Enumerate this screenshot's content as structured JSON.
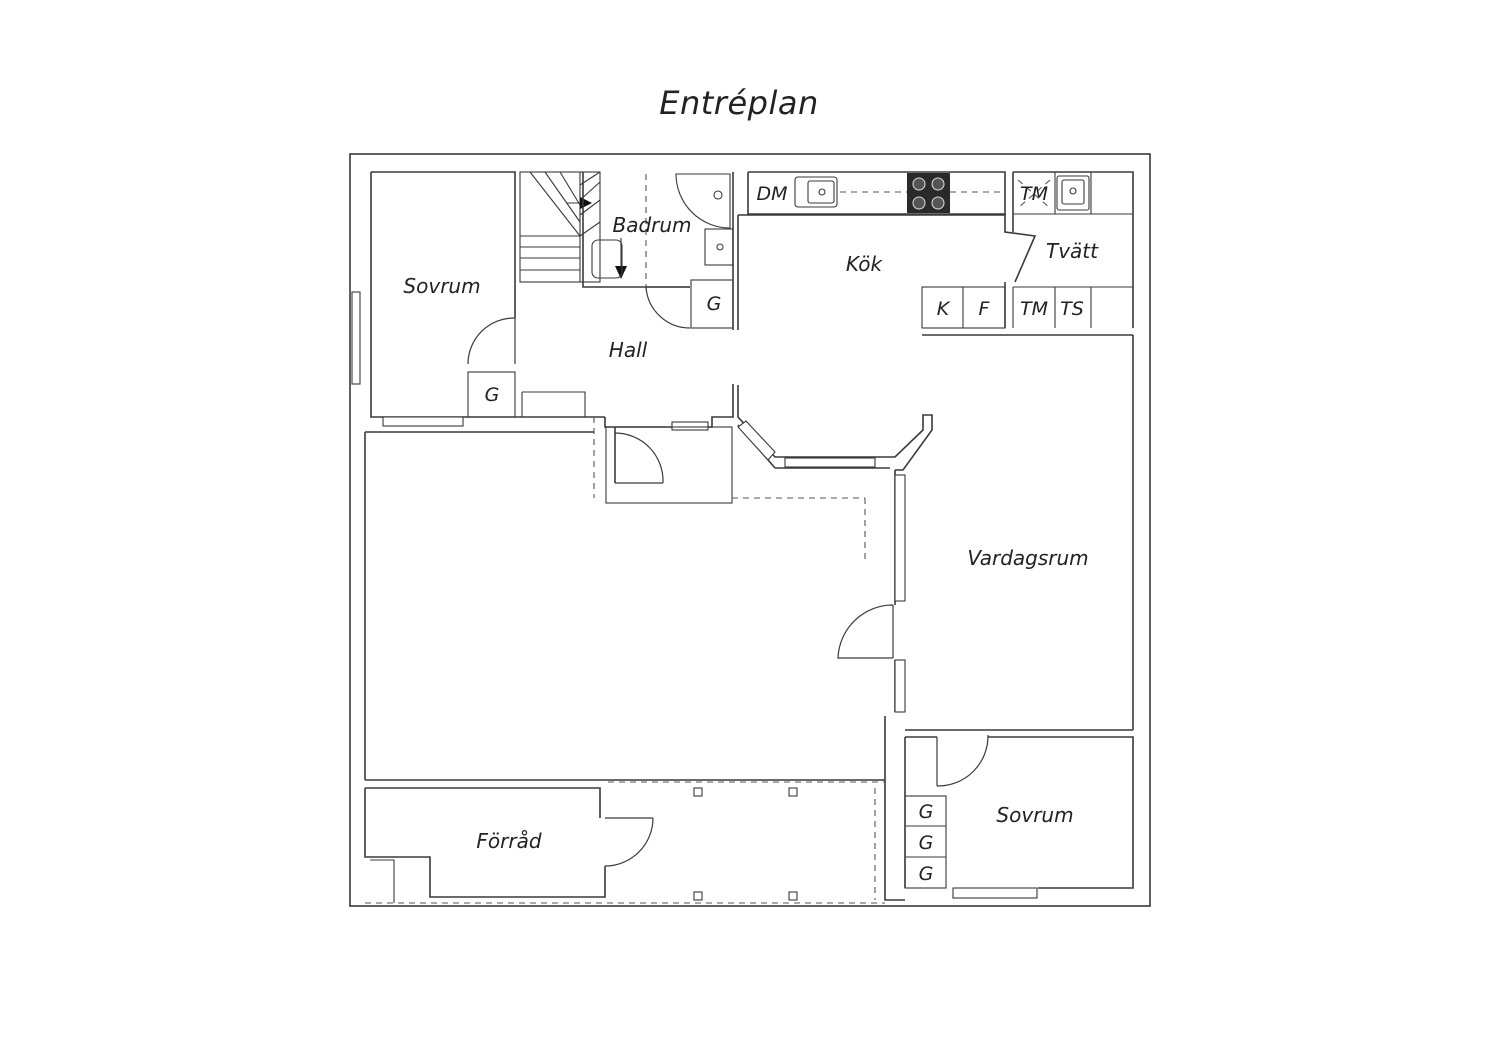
{
  "title": "Entréplan",
  "rooms": {
    "sovrum_1": "Sovrum",
    "badrum": "Badrum",
    "kok": "Kök",
    "tvatt": "Tvätt",
    "hall": "Hall",
    "vardagsrum": "Vardagsrum",
    "sovrum_2": "Sovrum",
    "forrad": "Förråd"
  },
  "appliances": {
    "dm": "DM",
    "tm_top": "TM",
    "k": "K",
    "f": "F",
    "tm_bottom": "TM",
    "ts": "TS",
    "g_bath": "G",
    "g_hall": "G",
    "g_1": "G",
    "g_2": "G",
    "g_3": "G"
  }
}
